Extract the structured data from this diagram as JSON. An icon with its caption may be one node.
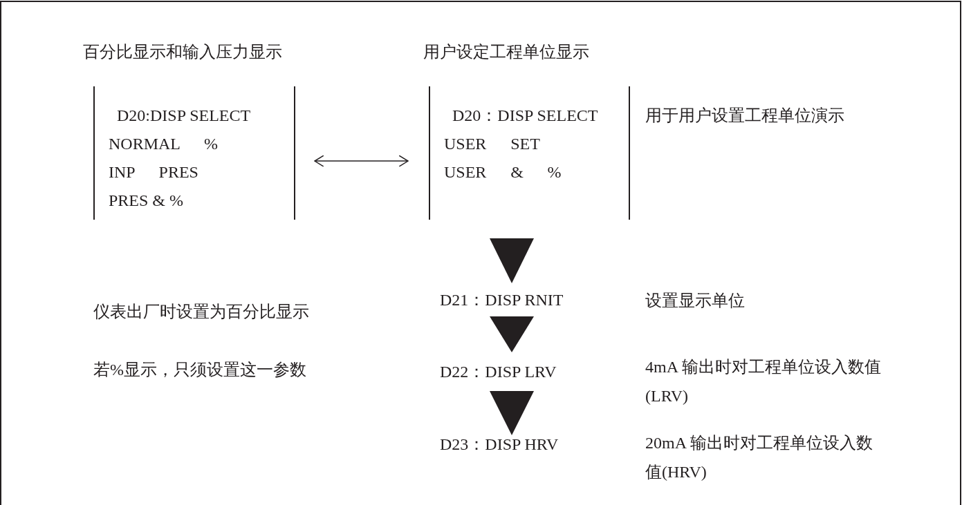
{
  "diagram": {
    "nodes": [
      {
        "text": [
          "D20:DISP SELECT",
          "NORMAL %",
          "INP PRES",
          "PRES & %"
        ]
      },
      {
        "text": [
          "D20：DISP SELECT",
          "USER SET",
          "USER & %"
        ],
        "beside": [
          "用于用户设置工程单位演示"
        ]
      },
      {
        "text": [
          "D21：DISP RNIT"
        ]
      },
      {
        "text": [
          "D22：DISP LRV"
        ]
      },
      {
        "text": [
          "D23：DISP HRV"
        ]
      }
    ],
    "edges": [
      {
        "from": 0,
        "to": 1,
        "arrow": "both"
      },
      {
        "from": 1,
        "to": 2,
        "arrow": "to"
      },
      {
        "from": 2,
        "to": 3,
        "arrow": "to"
      },
      {
        "from": 3,
        "to": 4,
        "arrow": "to"
      }
    ],
    "labels": [
      "百分比显示和输入压力显示",
      "用户设定工程单位显示",
      "仪表出厂时设置为百分比显示",
      "设置显示单位",
      "若%显示，只须设置这一参数",
      "4mA 输出时对工程单位设入数值(LRV)",
      "20mA 输出时对工程单位设入数值(HRV)"
    ]
  }
}
